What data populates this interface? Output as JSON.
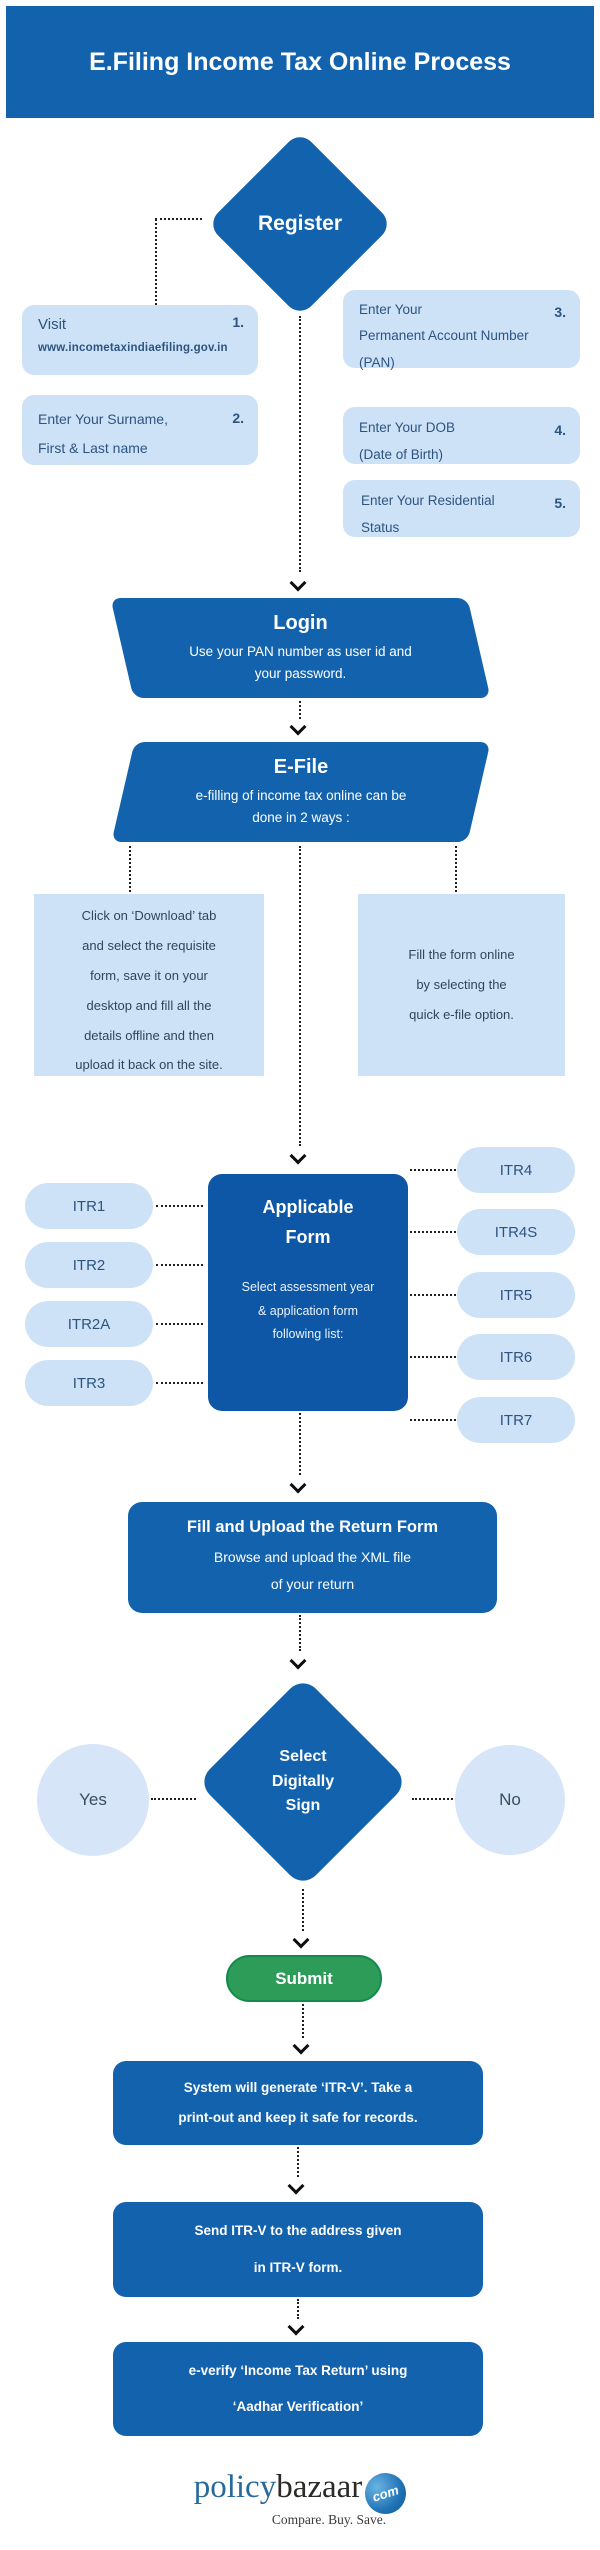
{
  "title": "E.Filing Income Tax Online Process",
  "register": {
    "label": "Register",
    "steps": {
      "s1": {
        "num": "1.",
        "line1": "Visit",
        "line2": "www.incometaxindiaefiling.gov.in"
      },
      "s2": {
        "num": "2.",
        "line1": "Enter Your Surname,",
        "line2": "First & Last name"
      },
      "s3": {
        "num": "3.",
        "line1": "Enter Your",
        "line2": "Permanent Account Number",
        "line3": "(PAN)"
      },
      "s4": {
        "num": "4.",
        "line1": "Enter Your DOB",
        "line2": "(Date of Birth)"
      },
      "s5": {
        "num": "5.",
        "line1": "Enter Your Residential",
        "line2": "Status"
      }
    }
  },
  "login": {
    "title": "Login",
    "line1": "Use your PAN number as user id and",
    "line2": "your password."
  },
  "efile": {
    "title": "E-File",
    "line1": "e-filling of income tax online can be",
    "line2": "done in 2 ways :"
  },
  "offline_option": {
    "line1": "Click on ‘Download’ tab",
    "line2": "and select the requisite",
    "line3": "form, save it on your",
    "line4": "desktop and fill all the",
    "line5": "details offline and then",
    "line6": "upload it back on the site."
  },
  "online_option": {
    "line1": "Fill the form online",
    "line2": "by selecting the",
    "line3": "quick e-file option."
  },
  "applicable_form": {
    "title_line1": "Applicable",
    "title_line2": "Form",
    "body_line1": "Select assessment year",
    "body_line2": "& application form",
    "body_line3": "following list:"
  },
  "itr_left": [
    "ITR1",
    "ITR2",
    "ITR2A",
    "ITR3"
  ],
  "itr_right": [
    "ITR4",
    "ITR4S",
    "ITR5",
    "ITR6",
    "ITR7"
  ],
  "upload": {
    "title": "Fill and Upload the Return Form",
    "line1": "Browse and upload the XML file",
    "line2": "of your return"
  },
  "digital_sign": {
    "line1": "Select",
    "line2": "Digitally",
    "line3": "Sign",
    "yes": "Yes",
    "no": "No"
  },
  "submit": {
    "label": "Submit"
  },
  "final_steps": {
    "itrv": {
      "line1": "System will generate ‘ITR-V’. Take a",
      "line2": "print-out and keep it safe for records."
    },
    "send": {
      "line1": "Send ITR-V to the address given",
      "line2": "in ITR-V form."
    },
    "everify": {
      "line1": "e-verify ‘Income Tax Return’ using",
      "line2": "‘Aadhar Verification’"
    }
  },
  "logo": {
    "word1": "policy",
    "word2": "bazaar",
    "badge": "com",
    "tagline": "Compare. Buy. Save."
  },
  "colors": {
    "primary_blue": "#1362ae",
    "deep_blue": "#0d57a6",
    "light_blue": "#cde2f7",
    "green": "#2e9c59"
  }
}
